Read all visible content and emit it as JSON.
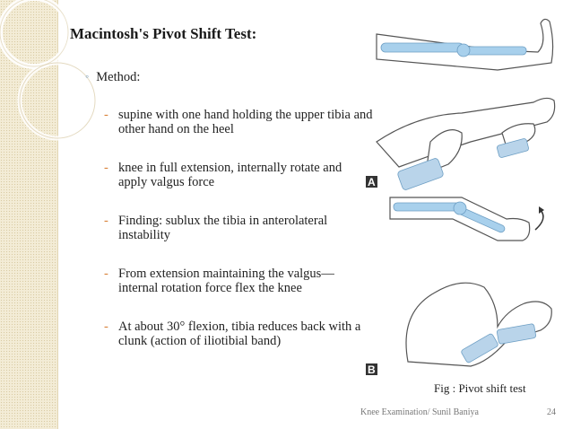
{
  "slide": {
    "title": "Macintosh's Pivot Shift Test:",
    "method_label": "Method:",
    "bullets": [
      "supine with one hand holding the upper tibia and other hand on the heel",
      "knee in full extension, internally rotate and apply valgus force",
      "Finding: sublux the tibia in anterolateral instability",
      "From extension maintaining the valgus—internal rotation force flex the knee",
      "At about 30° flexion, tibia reduces back with a clunk (action of iliotibial band)"
    ],
    "figure": {
      "label_a": "A",
      "label_b": "B",
      "caption": "Fig : Pivot shift test"
    },
    "footer": {
      "text": "Knee Examination/ Sunil Baniya",
      "page": "24"
    }
  },
  "colors": {
    "strip": "#f3ecd6",
    "bullet_marker": "#7a9fbf",
    "dash": "#d9823a",
    "bone": "#a8d0ec",
    "skin_outline": "#555555",
    "sleeve": "#b9d4ea"
  }
}
